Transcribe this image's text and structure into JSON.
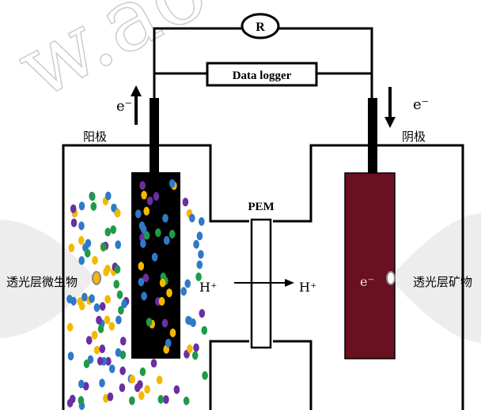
{
  "watermark": "w.ao",
  "resistor": {
    "label": "R"
  },
  "data_logger": {
    "label": "Data logger"
  },
  "anode": {
    "label": "阳极",
    "electron": "e⁻"
  },
  "cathode": {
    "label": "阴极",
    "electron": "e⁻",
    "inner_electron": "e⁻"
  },
  "membrane": {
    "label": "PEM"
  },
  "proton": {
    "left": "H⁺",
    "right": "H⁺"
  },
  "left_cone": {
    "label": "透光层微生物"
  },
  "right_cone": {
    "label": "透光层矿物"
  },
  "colors": {
    "anode_electrode": "#000000",
    "cathode_electrode": "#6b1020",
    "microbe_colors": [
      "#f5b800",
      "#2f79c8",
      "#6a2fa0",
      "#1f9a48"
    ]
  }
}
